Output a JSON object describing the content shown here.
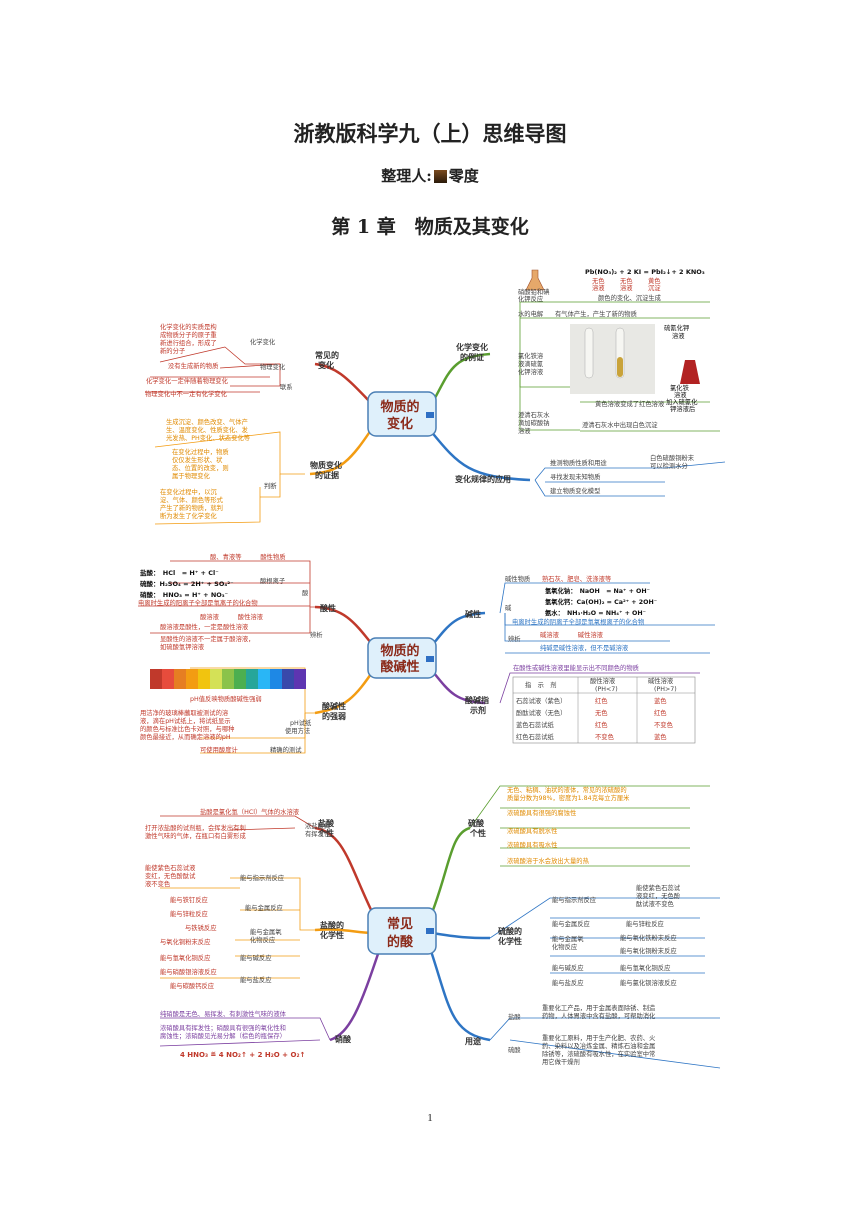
{
  "title": "浙教版科学九（上）思维导图",
  "compiler_label": "整理人:",
  "compiler_name": "零度",
  "chapter": "第 1 章　物质及其变化",
  "page_number": "1",
  "map1": {
    "center": [
      "物质的",
      "变化"
    ],
    "left_branches": {
      "cause": {
        "label": [
          "常见的",
          "变化"
        ],
        "chem_change": "化学变化",
        "chem_desc": [
          "化学变化的实质是构",
          "成物质分子的原子重",
          "新进行组合，形成了",
          "新的分子"
        ],
        "phys_change": "物理变化",
        "phys_desc": "没有生成新的物质",
        "relation": "联系",
        "rel1": "化学变化一定伴随着物理变化",
        "rel2": "物理变化中不一定有化学变化"
      },
      "evidence": {
        "label": [
          "物质变化",
          "的证据"
        ],
        "e1": [
          "生成沉淀、颜色改变、气体产",
          "生、温度变化、性质变化、发",
          "光发热、PH变化、状态变化等"
        ],
        "e2": [
          "在变化过程中，物质",
          "仅仅发生形状、状",
          "态、位置的改变，则",
          "属于物理变化"
        ],
        "judge": "判断",
        "e3": [
          "在变化过程中，以沉",
          "淀、气体、颜色等形式",
          "产生了新的物质，就判",
          "断为发生了化学变化"
        ]
      }
    },
    "right_branches": {
      "examples": {
        "label": [
          "化学变化",
          "的例证"
        ],
        "ex1": [
          "硝酸铅和碘",
          "化钾反应"
        ],
        "ex1_eq": "Pb(NO₃)₂ + 2 KI = PbI₂↓+ 2 KNO₃",
        "ex1_colors": [
          "无色",
          "无色",
          "黄色"
        ],
        "ex1_states": [
          "溶液",
          "溶液",
          "沉淀"
        ],
        "ex1_result": "颜色的变化、沉淀生成",
        "ex2": "水的电解",
        "ex2_result": "有气体产生，产生了新的物质",
        "ex3": [
          "氯化铁溶",
          "液滴硫氰",
          "化钾溶液"
        ],
        "ex3_labels": [
          "硫氰化钾",
          "溶液",
          "氯化铁",
          "溶液",
          "加入硫氰化",
          "钾溶液后"
        ],
        "ex3_result": "黄色溶液变成了红色溶液",
        "ex4": [
          "澄清石灰水",
          "滴加碳酸钠",
          "溶液"
        ],
        "ex4_result": "澄清石灰水中出现白色沉淀"
      },
      "laws": {
        "label": "变化规律的应用",
        "l1": "推测物质性质和用途",
        "l1_note": [
          "白色硫酸铜粉末",
          "可以检测水分"
        ],
        "l2": "寻找发现未知物质",
        "l3": "建立物质变化模型"
      }
    }
  },
  "map2": {
    "center": [
      "物质的",
      "酸碱性"
    ],
    "acid": {
      "label": "酸性",
      "top_note": "酸、青液等　　　酸性物质",
      "acid_label": "酸",
      "hcl": "盐酸：　HCl　= H⁺ + Cl⁻",
      "h2so4": "硫酸：H₂SO₄ = 2H⁺ + SO₄²⁻",
      "hno3": "硝酸：　HNO₃ = H⁺ + NO₃⁻",
      "root": "酸根离子",
      "def": "电离时生成的阳离子全部是氢离子的化合物",
      "judge": "辨析",
      "j1": "酸溶液　　　酸性溶液",
      "j2": "酸溶液是酸性，一定是酸性溶液",
      "j3": "显酸性的溶液不一定属于酸溶液，",
      "j4": "如硫酸氢钾溶液"
    },
    "ph": {
      "label": [
        "酸碱性",
        "的强弱"
      ],
      "scale": "pH值反映物质酸碱性强弱",
      "method": [
        "pH试纸",
        "使用方法"
      ],
      "method_desc": [
        "用洁净的玻璃棒蘸取被测试的溶",
        "液，滴在pH试纸上，将试纸显示",
        "的颜色与标准比色卡对照，与哪种",
        "颜色最接近，从而确定溶液的pH"
      ],
      "precise": "精确的测试",
      "meter": "可使用酸度计"
    },
    "base": {
      "label": "碱性",
      "subs": "碱性物质",
      "subs_ex": "熟石灰、肥皂、洗涤液等",
      "base_label": "碱",
      "naoh": "氢氧化钠：　NaOH　= Na⁺ + OH⁻",
      "caoh": "氢氧化钙：Ca(OH)₂ = Ca²⁺ + 2OH⁻",
      "nh3": "氨水：　NH₃·H₂O = NH₄⁺ + OH⁻",
      "def": "电离时生成的阴离子全部是氢氧根离子的化合物",
      "judge": "辨析",
      "j1": "碱溶液　　　碱性溶液",
      "j2": "纯碱是碱性溶液，但不是碱溶液"
    },
    "indicator": {
      "label": [
        "酸碱指",
        "示剂"
      ],
      "note": "在酸性或碱性溶液里能显示出不同颜色的物质",
      "headers": [
        "指　示　剂",
        "酸性溶液",
        "碱性溶液"
      ],
      "subheaders": [
        "(PH<7)",
        "(PH>7)"
      ],
      "rows": [
        [
          "石蕊试液（紫色）",
          "红色",
          "蓝色"
        ],
        [
          "酚酞试液（无色）",
          "无色",
          "红色"
        ],
        [
          "蓝色石蕊试纸",
          "红色",
          "不变色"
        ],
        [
          "红色石蕊试纸",
          "不变色",
          "蓝色"
        ]
      ]
    }
  },
  "map3": {
    "center": [
      "常见",
      "的酸"
    ],
    "hcl": {
      "label": [
        "盐酸",
        "个性"
      ],
      "p1": "盐酸是氯化氢（HCl）气体的水溶液",
      "p2": [
        "浓盐酸具",
        "有挥发性"
      ],
      "p2_desc": [
        "打开浓盐酸的试剂瓶，会挥发出有刺",
        "激性气味的气体，在瓶口有白雾形成"
      ]
    },
    "chem": {
      "label": [
        "盐酸的",
        "化学性"
      ],
      "r1": "能与指示剂反应",
      "r1_desc": [
        "能使紫色石蕊试液",
        "变红，无色酚酞试",
        "液不变色"
      ],
      "r2": "能与金属反应",
      "r2a": "能与铁钉反应",
      "r2b": "能与锌粒反应",
      "r3": [
        "能与金属氧",
        "化物反应"
      ],
      "r3a": "与铁锈反应",
      "r3b": "与氧化铜粉末反应",
      "r4": "能与碱反应",
      "r4a": "能与氢氧化铜反应",
      "r5": "能与盐反应",
      "r5a": "能与硝酸银溶液反应",
      "r5b": "能与碳酸钙反应"
    },
    "nitric": {
      "label": "硝酸",
      "p1": "纯硝酸是无色、易挥发、有刺激性气味的液体",
      "p2": [
        "浓硝酸具有挥发性；硝酸具有很强的氧化性和",
        "腐蚀性；浓硝酸见光易分解（棕色的瓶保存）"
      ],
      "eq": "4 HNO₃ ≝ 4 NO₂↑ + 2 H₂O + O₂↑"
    },
    "sulfuric": {
      "label": [
        "硫酸",
        "个性"
      ],
      "p1": [
        "无色、粘稠、油状的液体，常见的浓硫酸的",
        "质量分数为98%，密度为1.84克每立方厘米"
      ],
      "p2": "浓硫酸具有很强的腐蚀性",
      "p3": "浓硫酸具有脱水性",
      "p4": "浓硫酸具有吸水性",
      "p5": "浓硫酸溶于水会放出大量的热"
    },
    "schem": {
      "label": [
        "硫酸的",
        "化学性"
      ],
      "r1": "能与指示剂反应",
      "r1_desc": [
        "能使紫色石蕊试",
        "液变红，无色酚",
        "酞试液不变色"
      ],
      "r2": "能与金属反应",
      "r2a": "能与锌粒反应",
      "r3": [
        "能与金属氧",
        "化物反应"
      ],
      "r3a": "能与氧化铁粉末反应",
      "r3b": "能与氧化铜粉末反应",
      "r4": "能与碱反应",
      "r4a": "能与氢氧化铜反应",
      "r5": "能与盐反应",
      "r5a": "能与氯化钡溶液反应"
    },
    "uses": {
      "label": "用途",
      "hcl": "盐酸",
      "hcl_desc": [
        "重要化工产品，用于金属表面除锈、制造",
        "药物，人体胃液中含有盐酸，可帮助消化"
      ],
      "h2so4": "硫酸",
      "h2so4_desc": [
        "重要化工原料，用于生产化肥、农药、火",
        "药、染料以及冶炼金属、精炼石油和金属",
        "除锈等，浓硫酸有吸水性，在实验室中常",
        "用它做干燥剂"
      ]
    }
  },
  "colors": {
    "red_branch": "#c0392b",
    "orange_branch": "#f39c12",
    "green_branch": "#5a9e2f",
    "blue_branch": "#2e75c4",
    "purple_branch": "#7b3fa0",
    "center_fill": "#dff0fb"
  }
}
